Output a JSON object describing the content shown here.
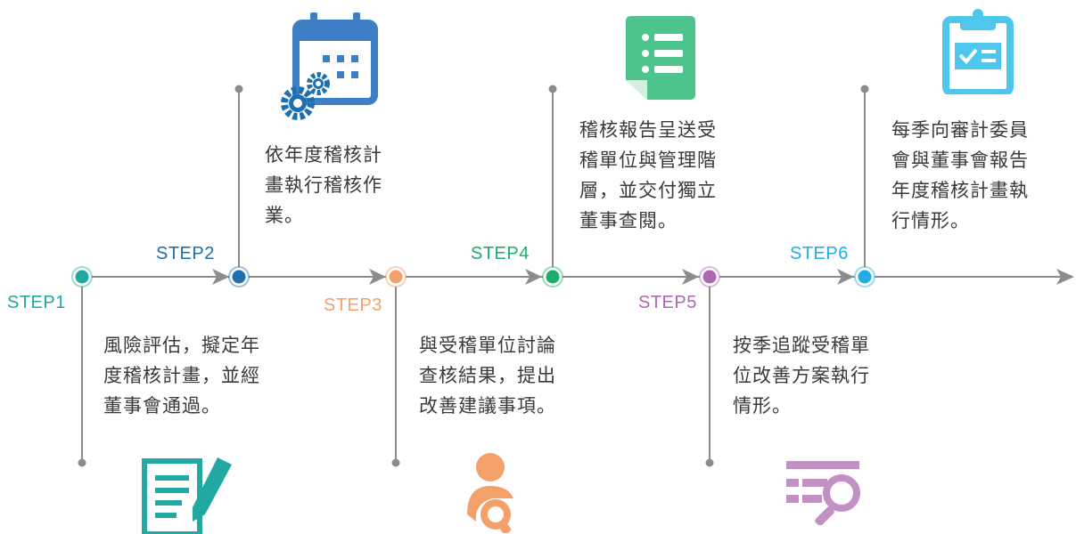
{
  "colors": {
    "line": "#8c8c8c",
    "text": "#3a3a3a",
    "step1": "#21a9a1",
    "step2": "#1e6fae",
    "step3": "#f3a06a",
    "step4": "#1aaf6b",
    "step5": "#b067b3",
    "step6": "#22aee4"
  },
  "steps": [
    {
      "label": "STEP1",
      "text": "風險評估，擬定年\n度稽核計畫，並經\n董事會通過。",
      "icon": "document-edit-icon"
    },
    {
      "label": "STEP2",
      "text": "依年度稽核計\n畫執行稽核作\n業。",
      "icon": "calendar-gear-icon"
    },
    {
      "label": "STEP3",
      "text": "與受稽單位討論\n查核結果，提出\n改善建議事項。",
      "icon": "user-search-icon"
    },
    {
      "label": "STEP4",
      "text": "稽核報告呈送受\n稽單位與管理階\n層，並交付獨立\n董事查閱。",
      "icon": "report-list-icon"
    },
    {
      "label": "STEP5",
      "text": "按季追蹤受稽單\n位改善方案執行\n情形。",
      "icon": "list-search-icon"
    },
    {
      "label": "STEP6",
      "text": "每季向審計委員\n會與董事會報告\n年度稽核計畫執\n行情形。",
      "icon": "clipboard-check-icon"
    }
  ]
}
